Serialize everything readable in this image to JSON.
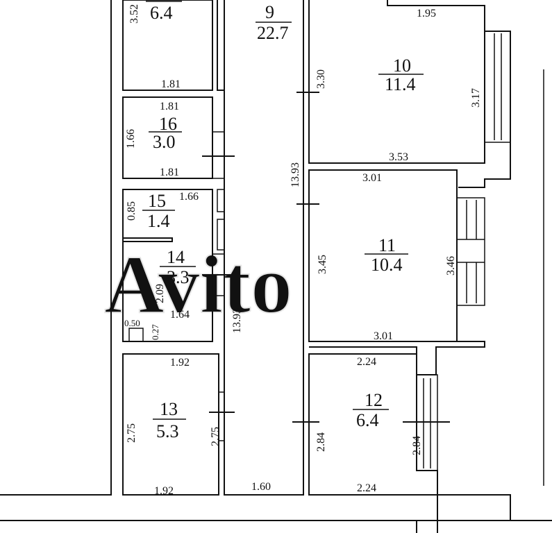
{
  "rooms": {
    "r6": {
      "num": "",
      "area": "6.4",
      "dim_left": "3.52",
      "dim_bottom": "1.81"
    },
    "r16": {
      "num": "16",
      "area": "3.0",
      "dim_top": "1.81",
      "dim_left": "1.66",
      "dim_bottom": "1.81"
    },
    "r15": {
      "num": "15",
      "area": "1.4",
      "dim_left": "0.85",
      "dim_right": "1.66"
    },
    "r14": {
      "num": "14",
      "area": "3.3",
      "dim_left": "2.09",
      "dim_bottom": "1.64",
      "dim_small_a": "0.50",
      "dim_small_b": "0.27"
    },
    "r13": {
      "num": "13",
      "area": "5.3",
      "dim_top": "1.92",
      "dim_left": "2.75",
      "dim_right": "2.75",
      "dim_bottom": "1.92"
    },
    "r9": {
      "num": "9",
      "area": "22.7",
      "dim_left": "13.93",
      "dim_right": "13.93",
      "dim_bottom": "1.60"
    },
    "r10": {
      "num": "10",
      "area": "11.4",
      "dim_top": "1.95",
      "dim_left": "3.30",
      "dim_right": "3.17",
      "dim_bottom": "3.53"
    },
    "r11": {
      "num": "11",
      "area": "10.4",
      "dim_top": "3.01",
      "dim_left": "3.45",
      "dim_right": "3.46",
      "dim_bottom": "3.01"
    },
    "r12": {
      "num": "12",
      "area": "6.4",
      "dim_top": "2.24",
      "dim_left": "2.84",
      "dim_right": "2.84",
      "dim_bottom": "2.24"
    }
  },
  "watermark": "Avito"
}
